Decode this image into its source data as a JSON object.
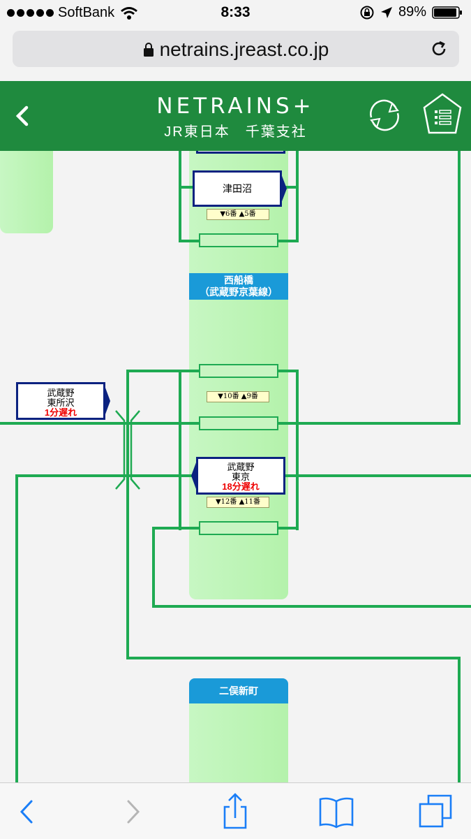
{
  "status_bar": {
    "carrier": "SoftBank",
    "time": "8:33",
    "battery": "89%"
  },
  "browser": {
    "url": "netrains.jreast.co.jp"
  },
  "header": {
    "logo_main": "NETRAINS+",
    "logo_sub": "JR東日本　千葉支社"
  },
  "stations": [
    {
      "name_line1": "西船橋",
      "name_line2": "（武蔵野京葉線）"
    },
    {
      "name_line1": "二俣新町",
      "name_line2": ""
    }
  ],
  "tracks": [
    {
      "label": "▼6番 ▲5番"
    },
    {
      "label": "▼10番 ▲9番"
    },
    {
      "label": "▼12番 ▲11番"
    }
  ],
  "trains": [
    {
      "line1": "津田沼",
      "line2": "",
      "delay": ""
    },
    {
      "line1": "武蔵野",
      "line2": "東所沢",
      "delay": "1分遅れ"
    },
    {
      "line1": "武蔵野",
      "line2": "東京",
      "delay": "18分遅れ"
    }
  ],
  "colors": {
    "header_green": "#1f8a3e",
    "track_green": "#1eaa52",
    "station_blue": "#1a9ad8",
    "delay_red": "#e00000",
    "train_border": "#0b2280"
  },
  "icons": [
    "back-icon",
    "refresh-icon",
    "home-menu-icon",
    "lock-icon",
    "reload-icon",
    "wifi-icon",
    "battery-icon",
    "share-icon",
    "bookmarks-icon",
    "tabs-icon"
  ]
}
